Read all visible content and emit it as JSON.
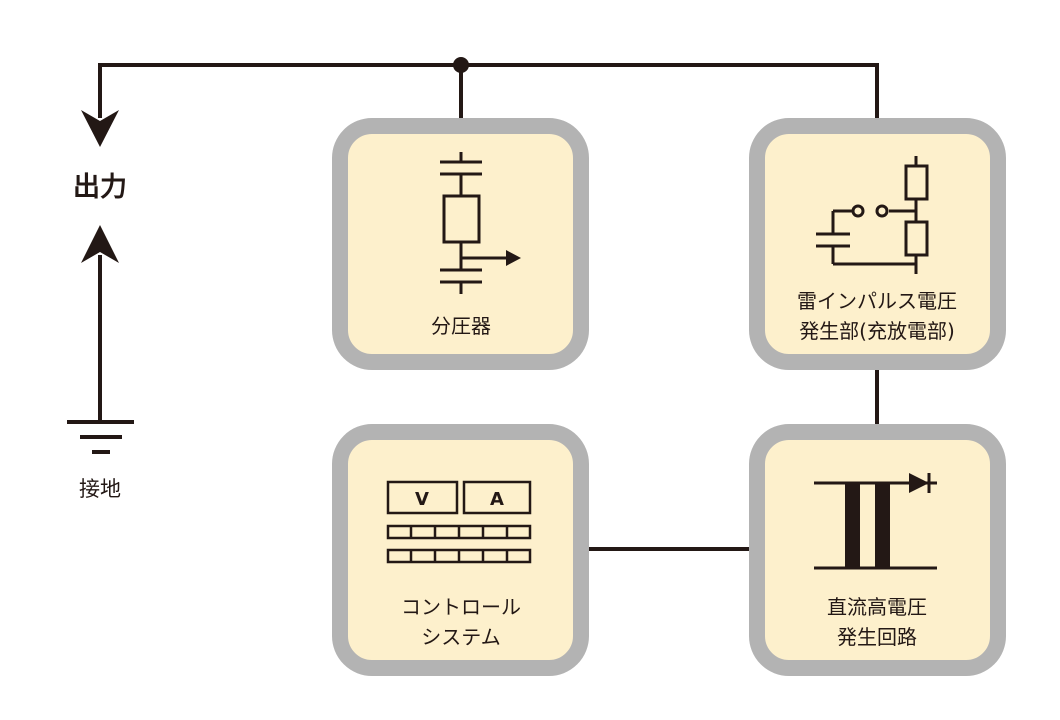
{
  "labels": {
    "output": "出力",
    "ground": "接地",
    "divider": "分圧器",
    "impulse_line1": "雷インパルス電圧",
    "impulse_line2": "発生部(充放電部)",
    "control_line1": "コントロール",
    "control_line2": "システム",
    "dc_line1": "直流高電圧",
    "dc_line2": "発生回路",
    "meter_v": "V",
    "meter_a": "A"
  },
  "colors": {
    "line": "#231815",
    "box_fill": "#fdf0cc",
    "box_border": "#b3b3b3"
  }
}
